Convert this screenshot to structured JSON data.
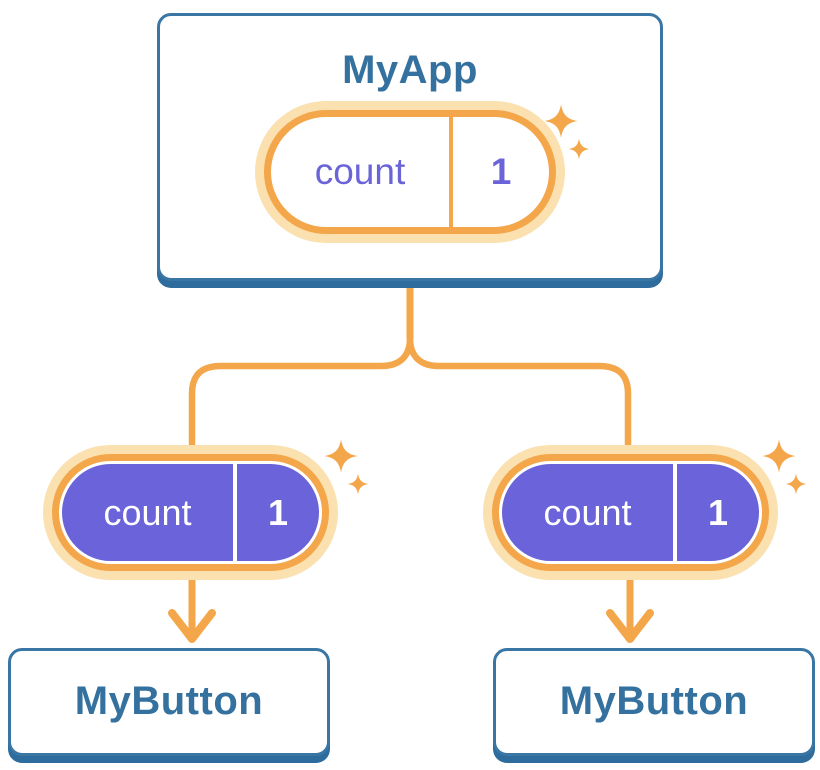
{
  "tree": {
    "root": {
      "title": "MyApp",
      "pill": {
        "label": "count",
        "value": "1"
      }
    },
    "children": [
      {
        "title": "MyButton",
        "pill": {
          "label": "count",
          "value": "1"
        }
      },
      {
        "title": "MyButton",
        "pill": {
          "label": "count",
          "value": "1"
        }
      }
    ]
  },
  "icons": {
    "sparkle_large": "sparkle-icon",
    "sparkle_small": "sparkle-icon"
  },
  "colors": {
    "card_border_blue": "#3a76a4",
    "card_shadow_blue": "#2d6c9c",
    "heading_text_blue": "#35719f",
    "connector_orange": "#f3a74a",
    "pill_halo_orange": "#fbe0b0",
    "pill_fill_purple": "#6a63d9",
    "pill_text_purple": "#6b64d8",
    "pill_text_white": "#ffffff",
    "background": "#ffffff"
  }
}
